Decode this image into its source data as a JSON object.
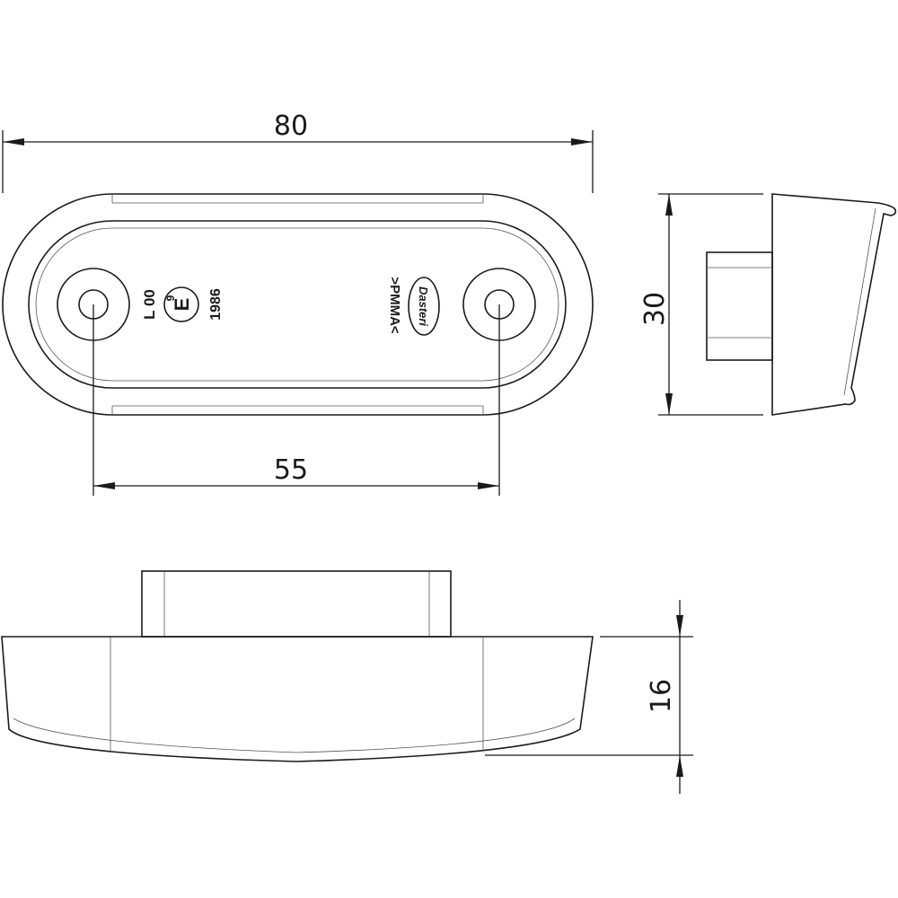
{
  "dimensions": {
    "overall_length": "80",
    "hole_spacing": "55",
    "height_front": "30",
    "depth_side": "16"
  },
  "markings": {
    "lamp_code": "L 00",
    "approval_letter": "E",
    "approval_number": "9",
    "year": "1986",
    "material": ">PMMA<",
    "brand": "Dasteri"
  }
}
